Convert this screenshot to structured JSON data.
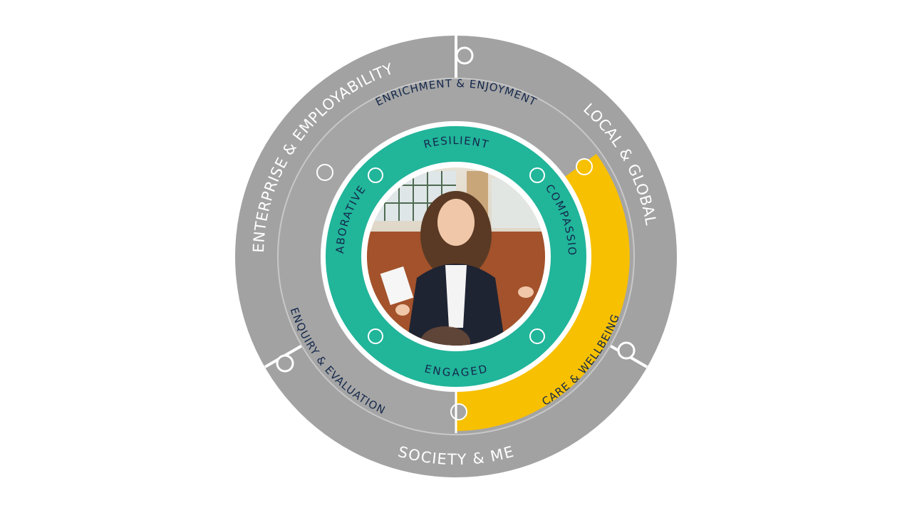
{
  "diagram": {
    "outer_ring": {
      "labels": {
        "local_global": "LOCAL & GLOBAL",
        "society_me": "SOCIETY & ME",
        "enterprise_employability": "ENTERPRISE & EMPLOYABILITY"
      }
    },
    "middle_ring": {
      "labels": {
        "enrichment_enjoyment": "ENRICHMENT & ENJOYMENT",
        "care_wellbeing": "CARE & WELLBEING",
        "enquiry_evaluation": "ENQUIRY & EVALUATION"
      }
    },
    "inner_ring": {
      "labels": {
        "resilient": "RESILIENT",
        "compassionate": "COMPASSIONATE",
        "engaged": "ENGAGED",
        "collaborative": "COLLABORATIVE"
      }
    },
    "colors": {
      "outer_grey": "#a2a2a2",
      "middle_grey": "#a5a5a5",
      "highlight_yellow": "#f7c000",
      "teal": "#21b59a",
      "navy_text": "#14284b"
    }
  }
}
